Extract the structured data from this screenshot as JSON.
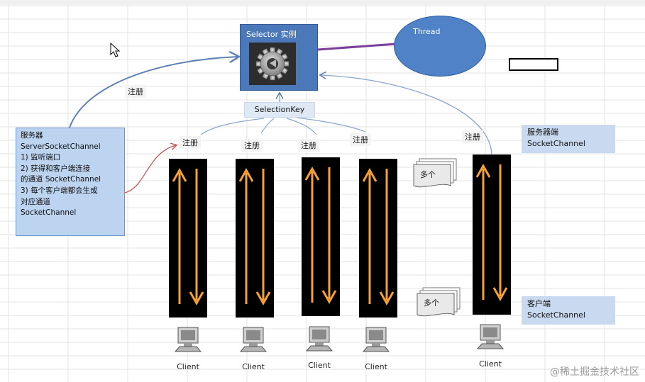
{
  "selector": {
    "title": "Selector 实例"
  },
  "thread": {
    "label": "Thread"
  },
  "selection_key": {
    "label": "SelectionKey"
  },
  "register_label": "注册",
  "server_box": {
    "lines": [
      "服务器",
      "ServerSocketChannel",
      "1) 监听端口",
      "2) 获得和客户端连接",
      "的通道 SocketChannel",
      "3) 每个客户端都会生成",
      "对应通道",
      "SocketChannel"
    ]
  },
  "server_side": {
    "line1": "服务器端",
    "line2": "SocketChannel"
  },
  "client_side": {
    "line1": "客户端",
    "line2": "SocketChannel"
  },
  "multi_label": "多个",
  "client_label": "Client",
  "watermark": "@稀土掘金技术社区",
  "colors": {
    "selector_blue": "#4a78b8",
    "arrow_orange": "#f5a03a",
    "line_blue": "#6f8fbf",
    "thread_link": "#7b3f9a"
  }
}
